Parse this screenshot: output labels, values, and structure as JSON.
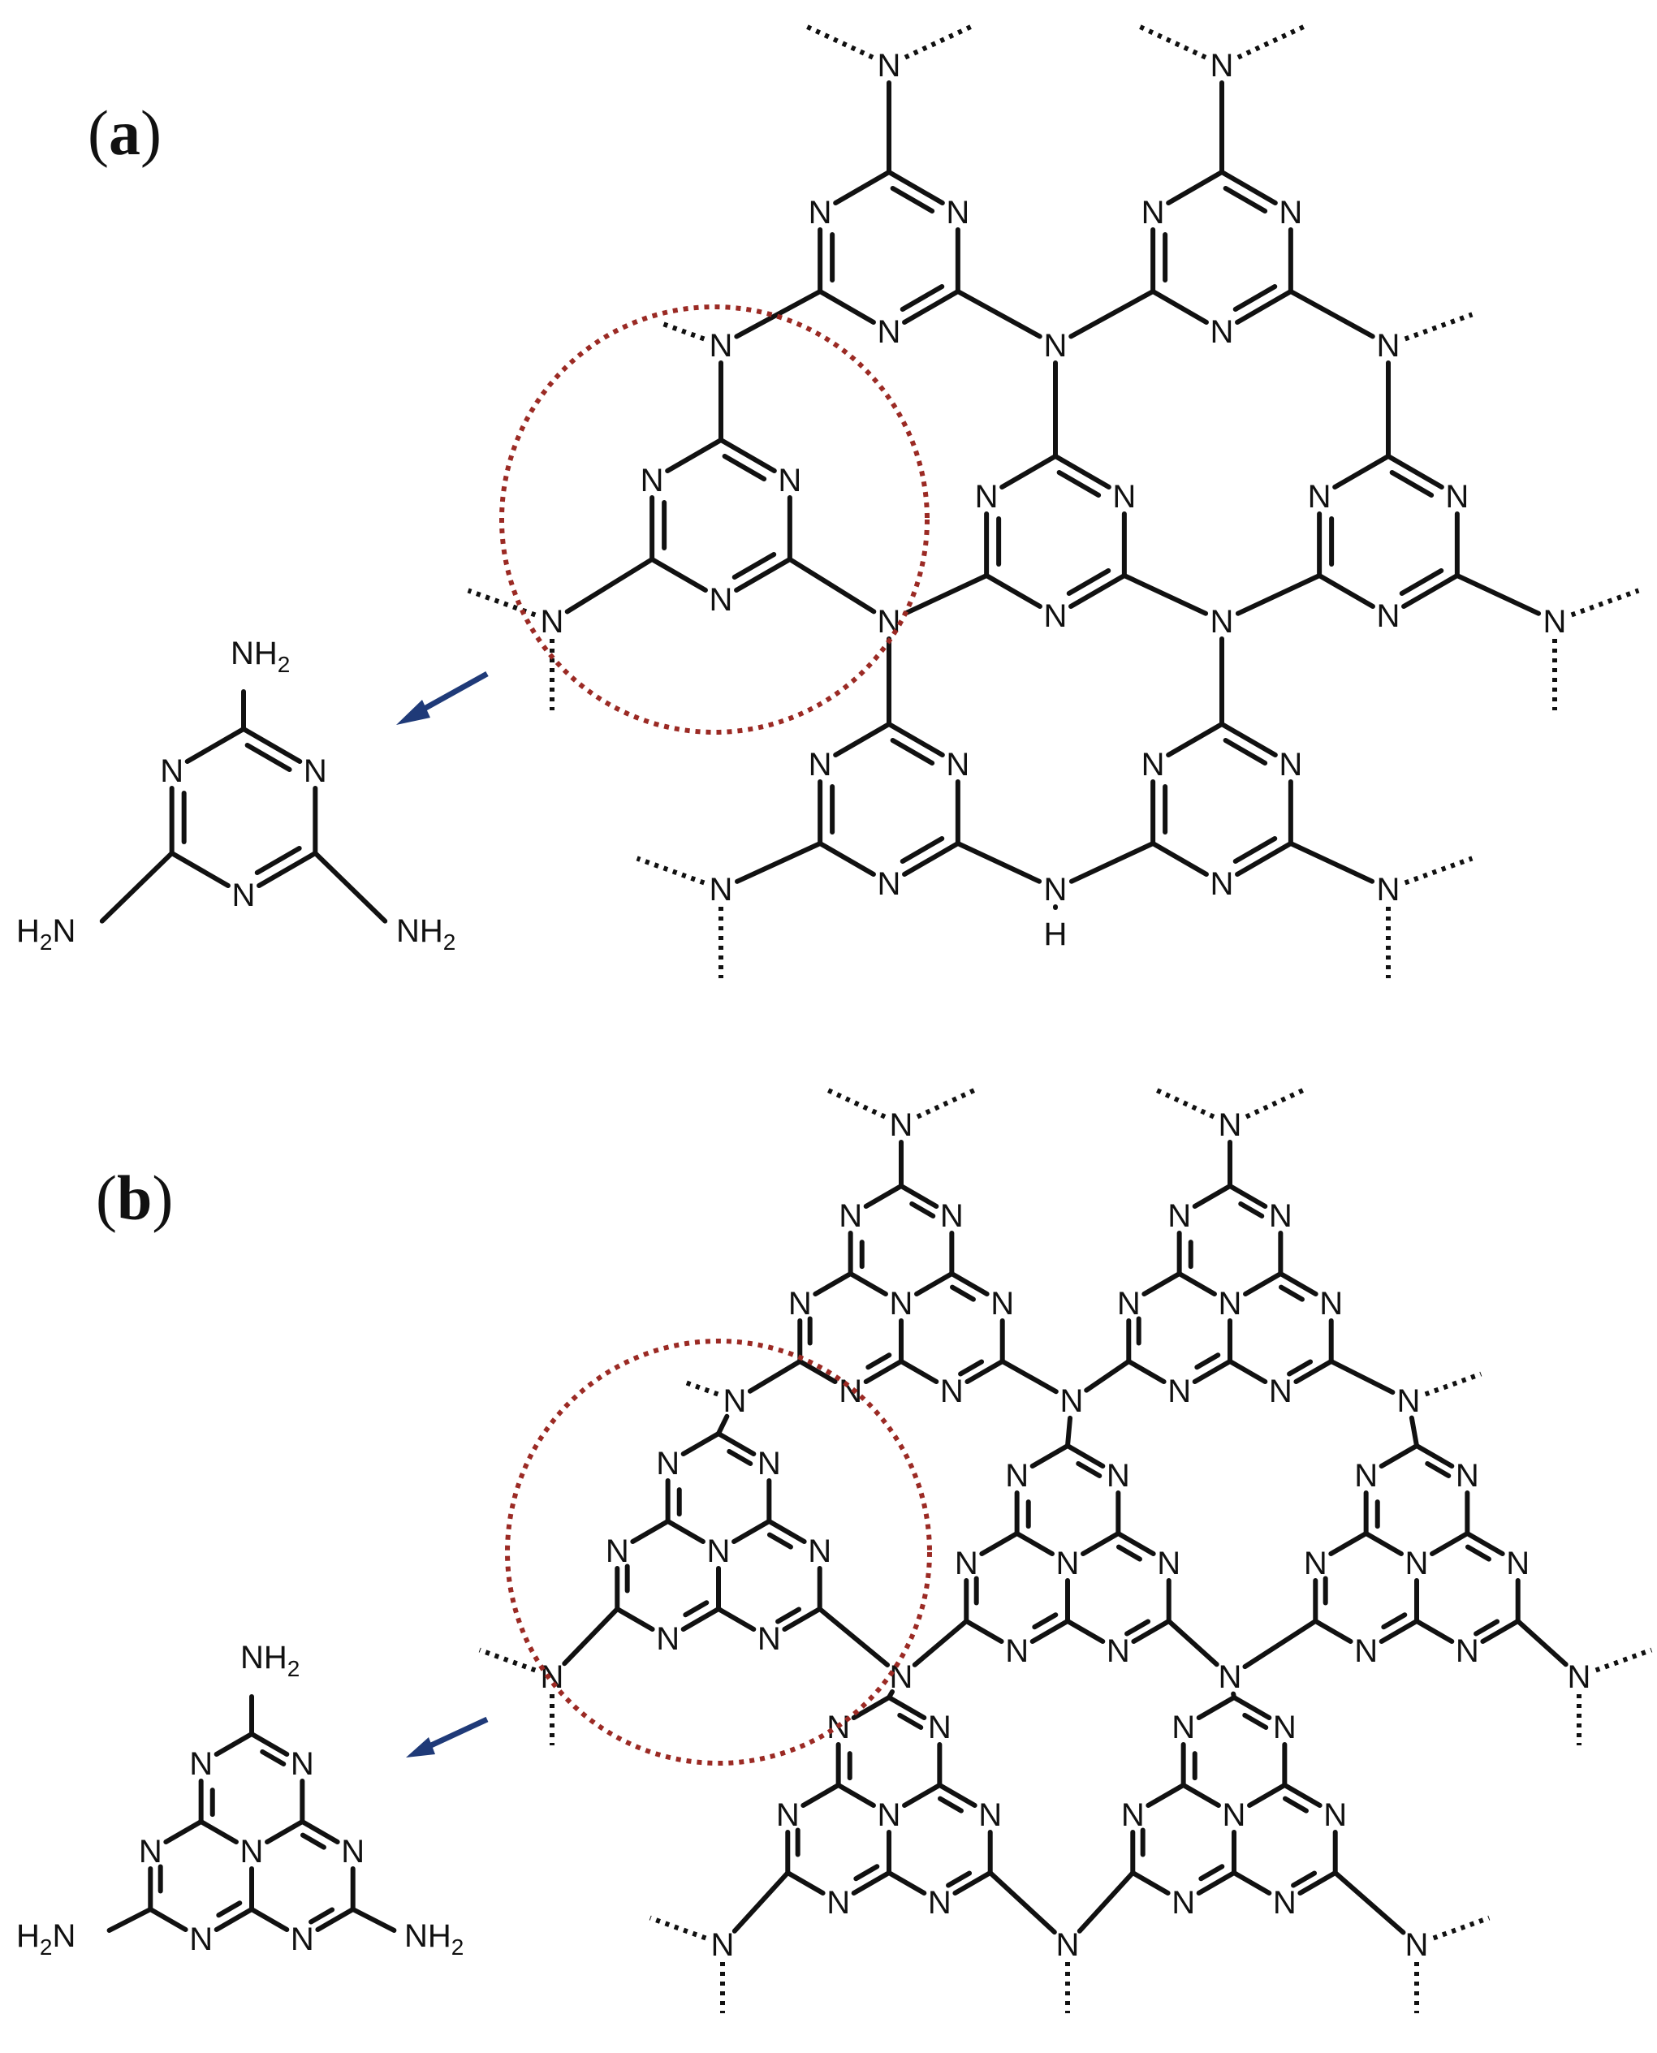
{
  "panels": [
    {
      "id": "a",
      "open": "(",
      "letter": "a",
      "close": ")"
    },
    {
      "id": "b",
      "open": "(",
      "letter": "b",
      "close": ")"
    }
  ],
  "atoms": {
    "n": "N",
    "nh_n": "N",
    "nh_h": "H",
    "amine_top": {
      "main": "NH",
      "sub": "2"
    },
    "amine_left": {
      "pre": "H",
      "sub": "2",
      "main": "N"
    },
    "amine_right": {
      "main": "NH",
      "sub": "2"
    }
  },
  "colors": {
    "highlight": "#9b2a24",
    "arrow": "#1f3a78",
    "ink": "#111111"
  },
  "icons": {
    "highlight": "dotted-circle",
    "pointer": "arrow"
  }
}
